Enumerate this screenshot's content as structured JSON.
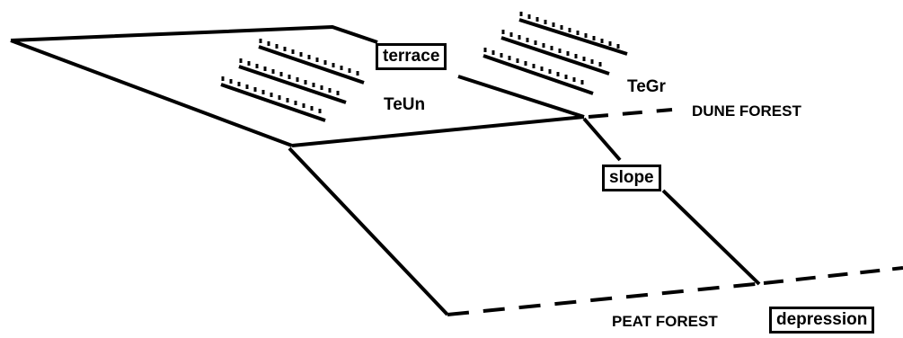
{
  "labels": {
    "terrace": "terrace",
    "slope": "slope",
    "depression": "depression",
    "teun": "TeUn",
    "tegr": "TeGr",
    "dune_forest": "DUNE FOREST",
    "peat_forest": "PEAT FOREST"
  },
  "colors": {
    "line": "#000000",
    "background": "#ffffff"
  }
}
